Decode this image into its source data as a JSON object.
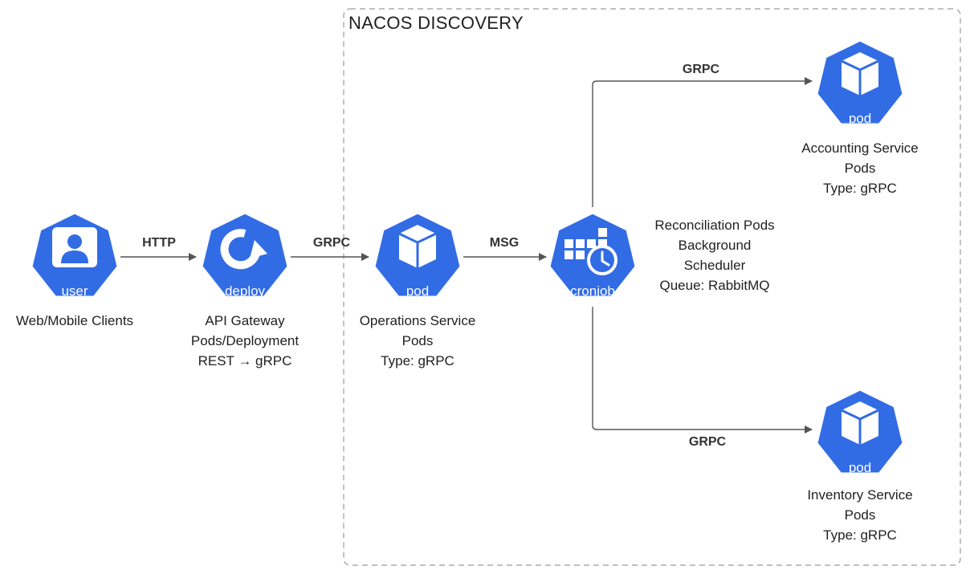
{
  "cluster": {
    "title": "NACOS DISCOVERY"
  },
  "nodes": [
    {
      "id": "clients",
      "icon": "user-icon",
      "icon_label": "user",
      "caption": [
        "Web/Mobile Clients"
      ]
    },
    {
      "id": "gateway",
      "icon": "deploy-icon",
      "icon_label": "deploy",
      "caption": [
        "API Gateway",
        "Pods/Deployment",
        "REST → gRPC"
      ]
    },
    {
      "id": "operations",
      "icon": "pod-icon",
      "icon_label": "pod",
      "caption": [
        "Operations Service",
        "Pods",
        "Type: gRPC"
      ]
    },
    {
      "id": "reconciliation",
      "icon": "cronjob-icon",
      "icon_label": "cronjob",
      "caption": [
        "Reconciliation Pods",
        "Background",
        "Scheduler",
        "Queue: RabbitMQ"
      ]
    },
    {
      "id": "accounting",
      "icon": "pod-icon",
      "icon_label": "pod",
      "caption": [
        "Accounting Service",
        "Pods",
        "Type: gRPC"
      ]
    },
    {
      "id": "inventory",
      "icon": "pod-icon",
      "icon_label": "pod",
      "caption": [
        "Inventory Service",
        "Pods",
        "Type: gRPC"
      ]
    }
  ],
  "edges": [
    {
      "from": "clients",
      "to": "gateway",
      "label": "HTTP"
    },
    {
      "from": "gateway",
      "to": "operations",
      "label": "GRPC"
    },
    {
      "from": "operations",
      "to": "reconciliation",
      "label": "MSG"
    },
    {
      "from": "reconciliation",
      "to": "accounting",
      "label": "GRPC"
    },
    {
      "from": "reconciliation",
      "to": "inventory",
      "label": "GRPC"
    }
  ],
  "colors": {
    "node_fill": "#326ce5",
    "icon_fg": "#ffffff",
    "edge": "#555555",
    "cluster_border": "#9a9a9a"
  }
}
